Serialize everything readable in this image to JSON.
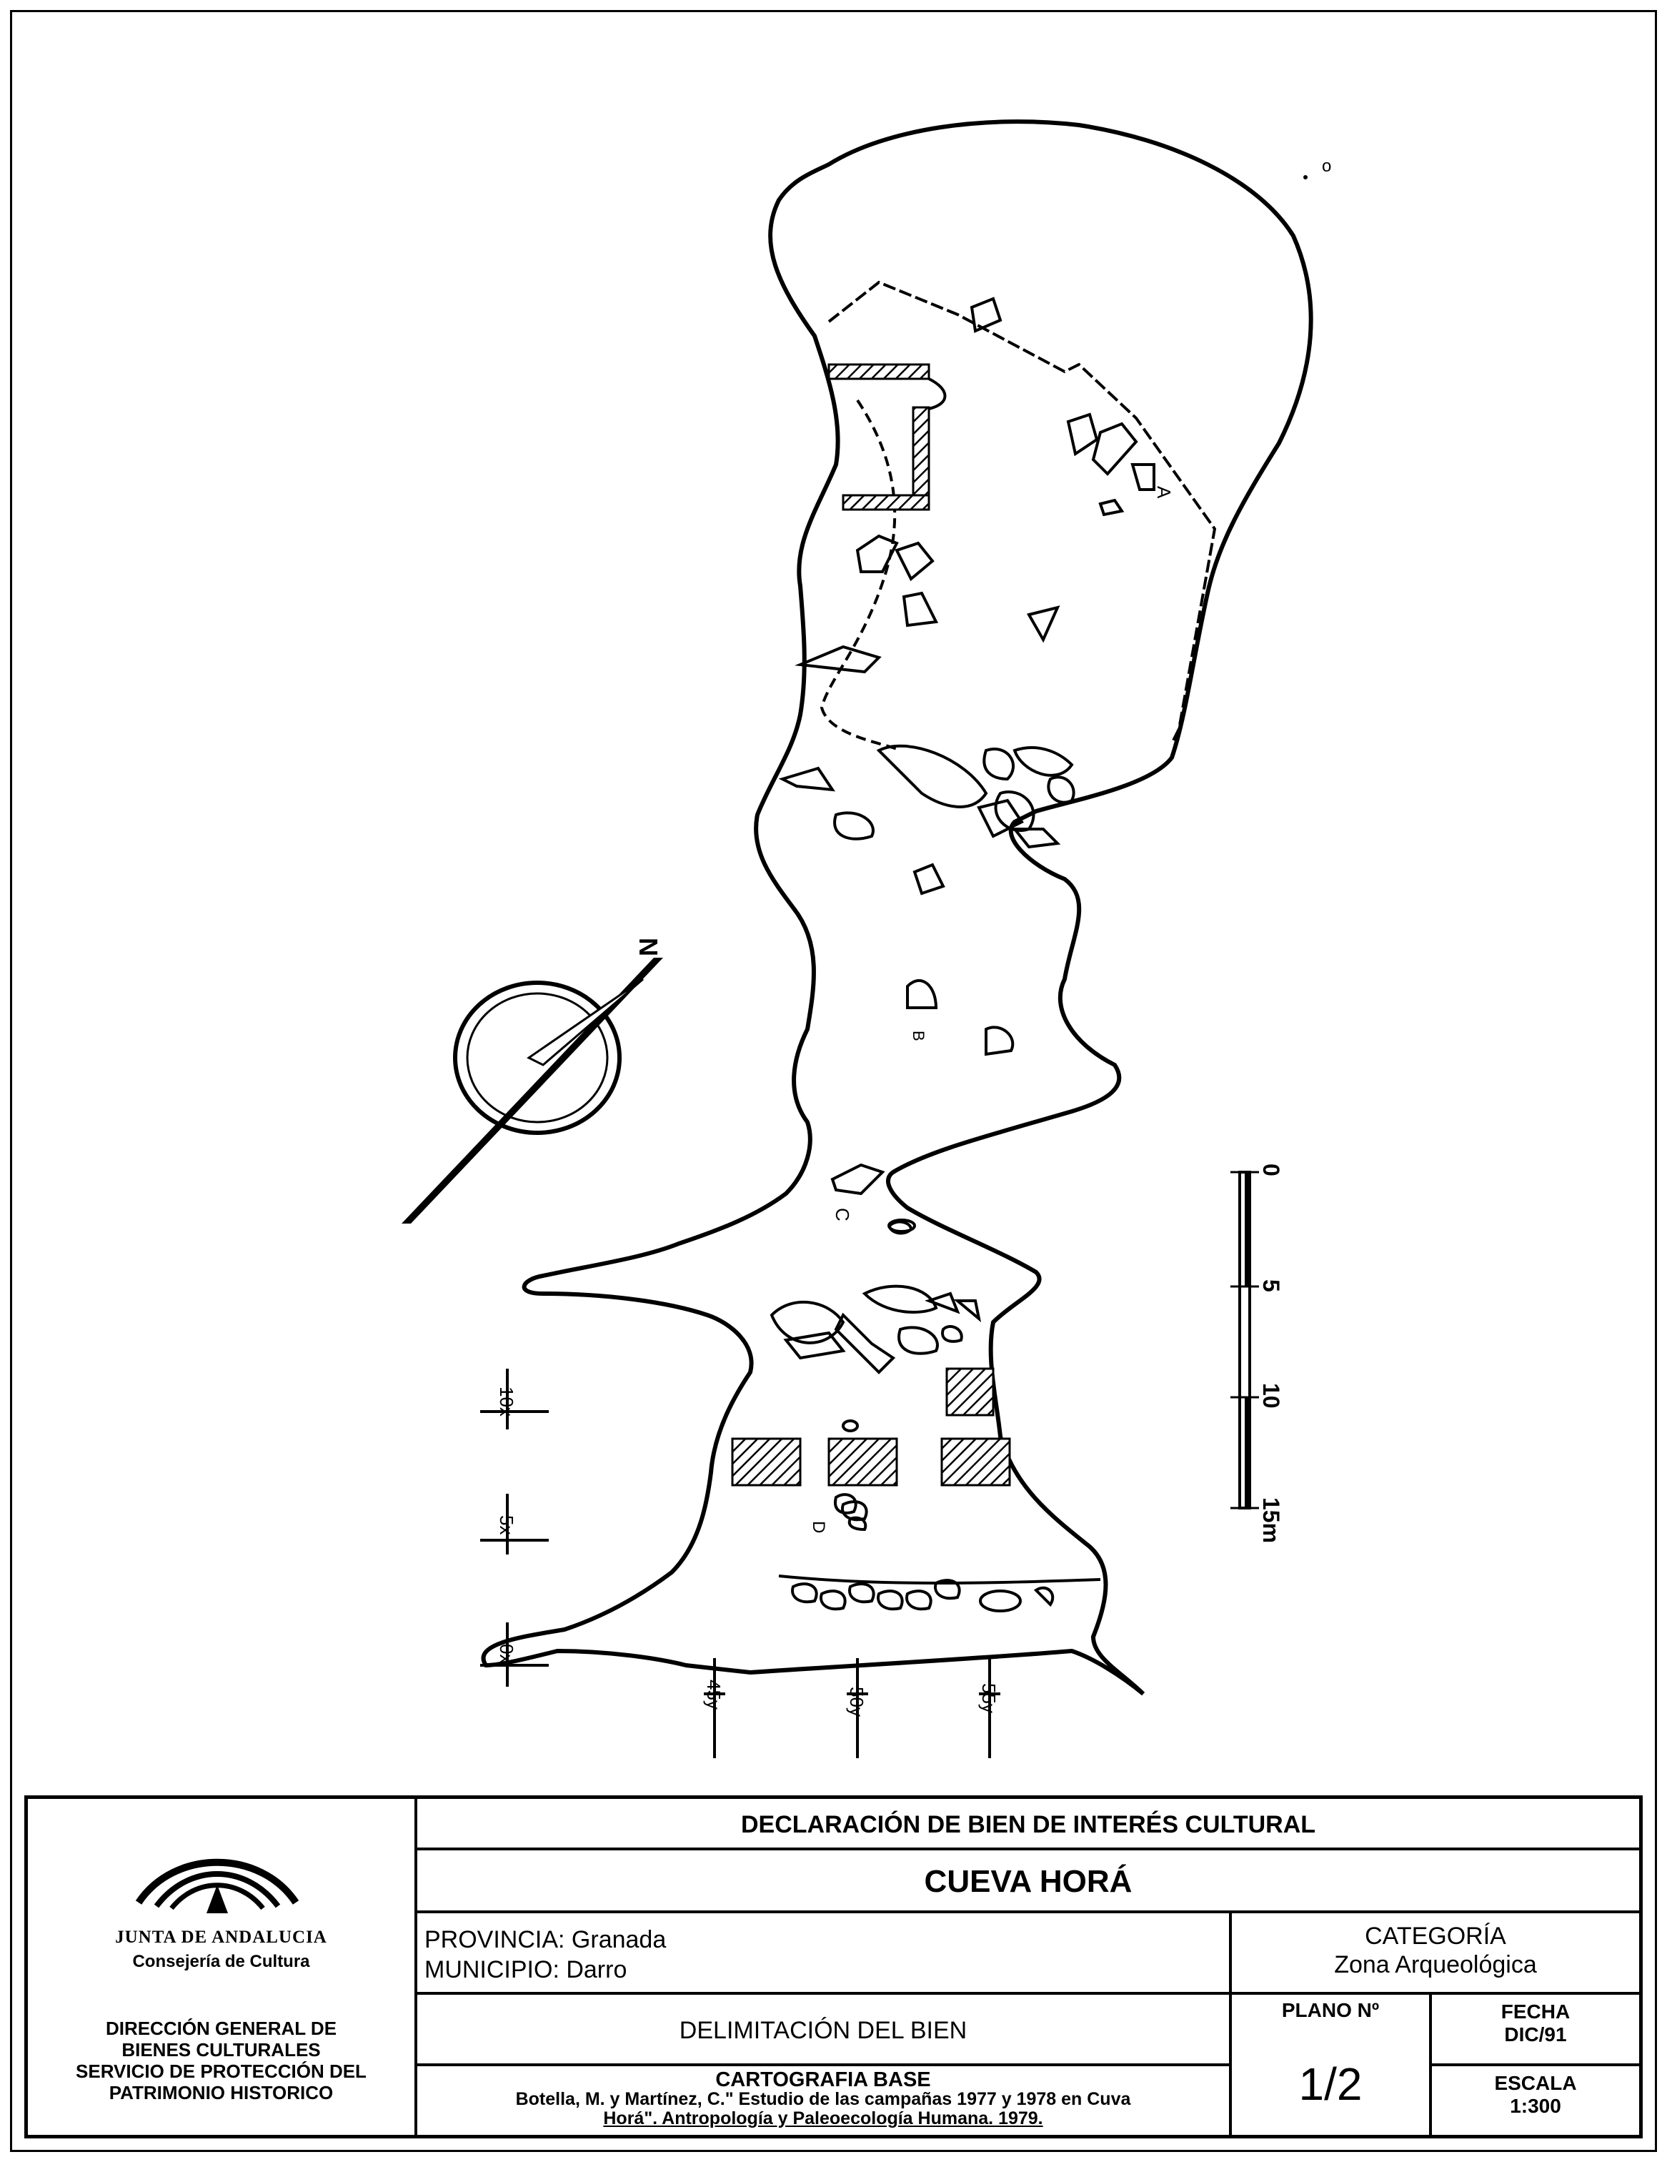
{
  "map": {
    "north_label": "N",
    "scale_bar": {
      "ticks": [
        "0",
        "5",
        "10",
        "15m"
      ]
    },
    "grid_x": [
      "10x",
      "5x",
      "0x"
    ],
    "grid_y": [
      "45y",
      "50y",
      "55y"
    ],
    "site_labels": [
      "A",
      "B",
      "C",
      "D"
    ],
    "stray_mark": "o"
  },
  "title_block": {
    "logo": {
      "name": "JUNTA DE ANDALUCIA",
      "department": "Consejería de Cultura",
      "directorate": [
        "DIRECCIÓN GENERAL DE",
        "BIENES CULTURALES",
        "SERVICIO DE PROTECCIÓN DEL",
        "PATRIMONIO HISTORICO"
      ]
    },
    "declaration": "DECLARACIÓN DE BIEN DE INTERÉS CULTURAL",
    "site_name": "CUEVA HORÁ",
    "provincia": "PROVINCIA: Granada",
    "municipio": "MUNICIPIO: Darro",
    "categoria_label": "CATEGORÍA",
    "categoria_value": "Zona Arqueológica",
    "delimitacion": "DELIMITACIÓN DEL BIEN",
    "cartografia_label": "CARTOGRAFIA BASE",
    "cartografia_ref_1": "Botella, M. y Martínez, C.\" Estudio de las campañas 1977 y 1978 en Cuva",
    "cartografia_ref_2": "Horá\". Antropología y Paleoecología Humana. 1979.",
    "plano_label": "PLANO Nº",
    "plano_value": "1/2",
    "fecha_label": "FECHA",
    "fecha_value": "DIC/91",
    "escala_label": "ESCALA",
    "escala_value": "1:300"
  }
}
